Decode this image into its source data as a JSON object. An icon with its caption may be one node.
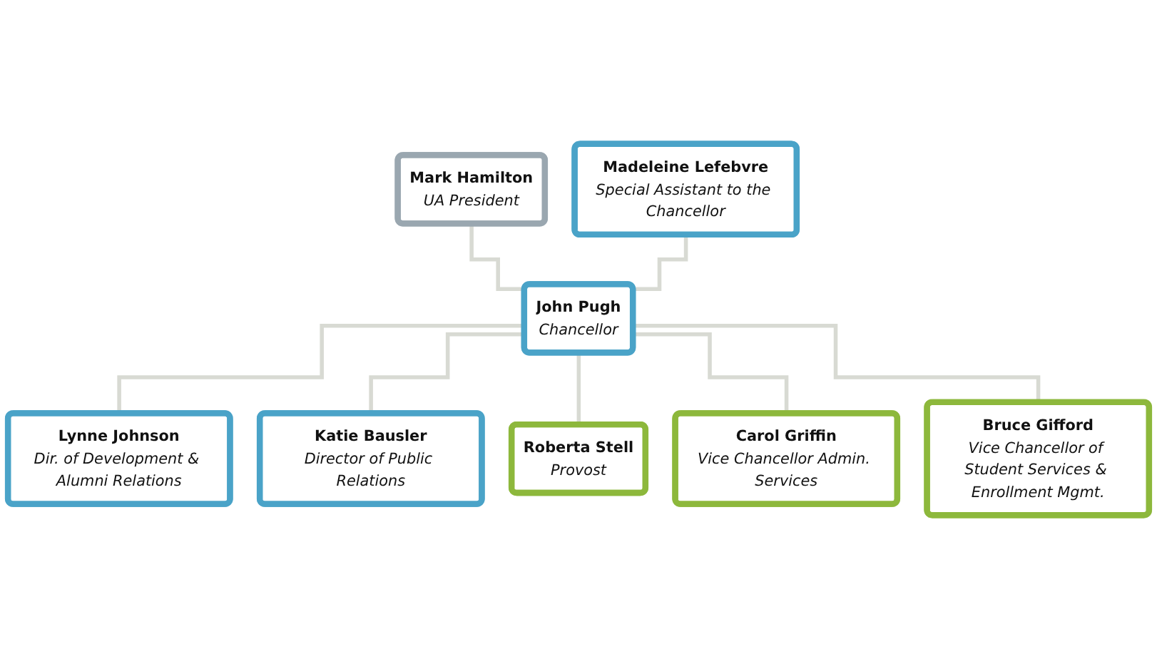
{
  "diagram": {
    "nodes": [
      {
        "text": [
          "Mark Hamilton",
          "UA President"
        ]
      },
      {
        "text": [
          "Madeleine Lefebvre",
          "Special Assistant to the Chancellor"
        ]
      },
      {
        "text": [
          "John Pugh",
          "Chancellor"
        ]
      },
      {
        "text": [
          "Lynne Johnson",
          "Dir. of Development & Alumni Relations"
        ]
      },
      {
        "text": [
          "Katie Bausler",
          "Director of Public Relations"
        ]
      },
      {
        "text": [
          "Roberta Stell",
          "Provost"
        ]
      },
      {
        "text": [
          "Carol Griffin",
          "Vice Chancellor Admin. Services"
        ]
      },
      {
        "text": [
          "Bruce Gifford",
          "Vice Chancellor of Student Services & Enrollment Mgmt."
        ]
      }
    ],
    "edges": [
      {
        "from": 0,
        "to": 2,
        "arrow": "none"
      },
      {
        "from": 1,
        "to": 2,
        "arrow": "none"
      },
      {
        "from": 2,
        "to": 3,
        "arrow": "none"
      },
      {
        "from": 2,
        "to": 4,
        "arrow": "none"
      },
      {
        "from": 2,
        "to": 5,
        "arrow": "none"
      },
      {
        "from": 2,
        "to": 6,
        "arrow": "none"
      },
      {
        "from": 2,
        "to": 7,
        "arrow": "none"
      }
    ]
  }
}
